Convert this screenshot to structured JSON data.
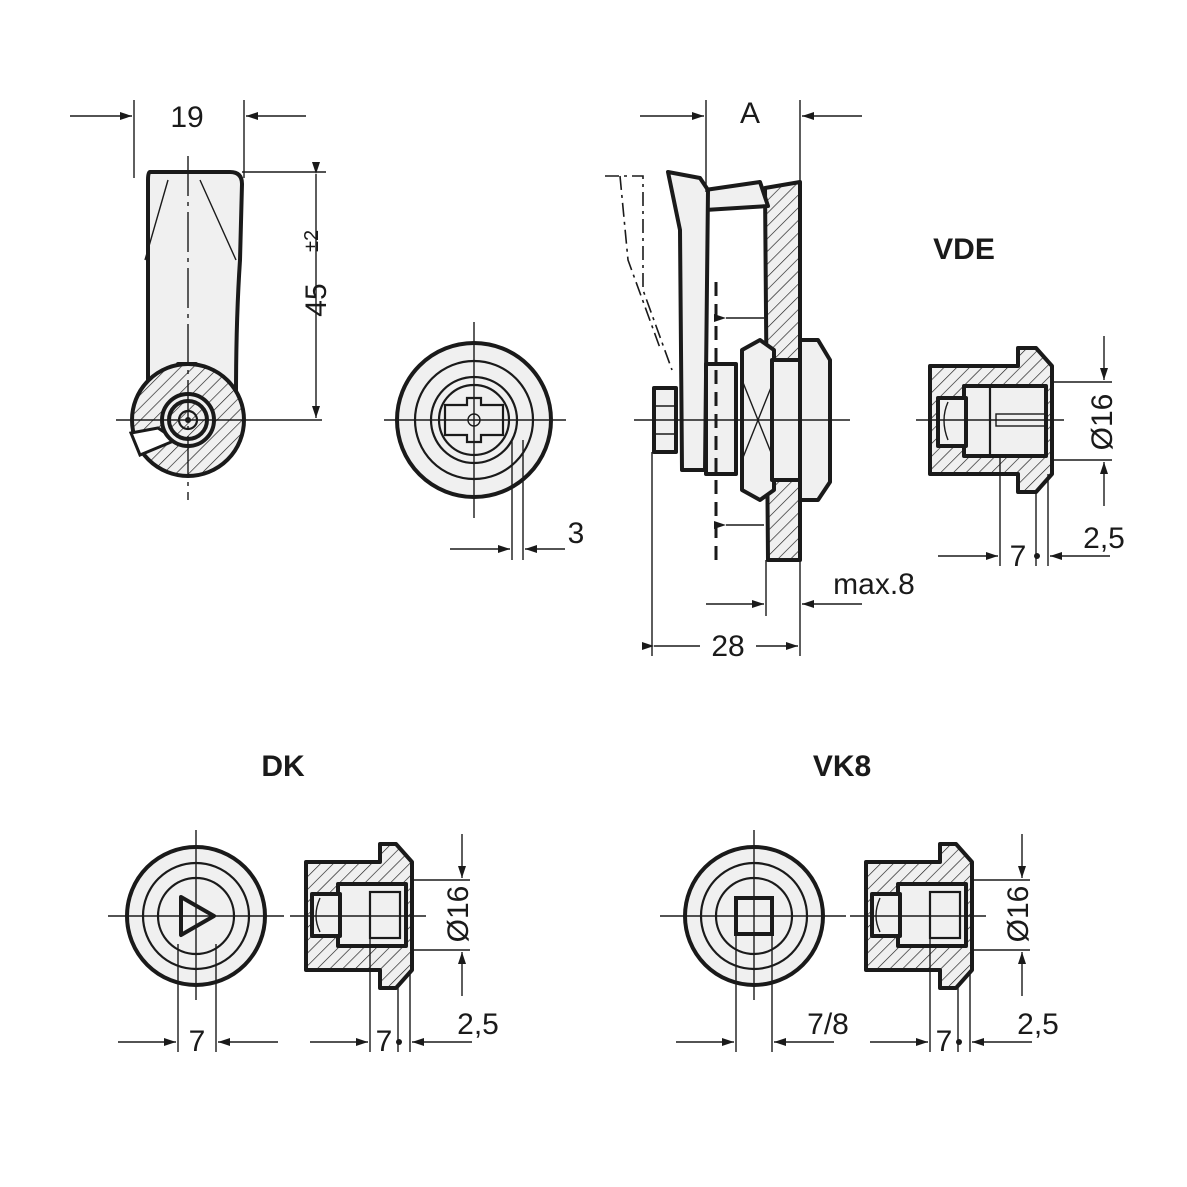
{
  "labels": {
    "width_19": "19",
    "height_45": "45",
    "height_45_tol": "±2",
    "dim_A": "A",
    "dim_3": "3",
    "dim_28": "28",
    "dim_max8": "max.8",
    "vde_title": "VDE",
    "vde_dia": "Ø16",
    "vde_7": "7",
    "vde_25": "2,5",
    "dk_title": "DK",
    "dk_dia": "Ø16",
    "dk_7a": "7",
    "dk_7b": "7",
    "dk_25": "2,5",
    "vk8_title": "VK8",
    "vk8_dia": "Ø16",
    "vk8_78": "7/8",
    "vk8_7": "7",
    "vk8_25": "2,5"
  }
}
